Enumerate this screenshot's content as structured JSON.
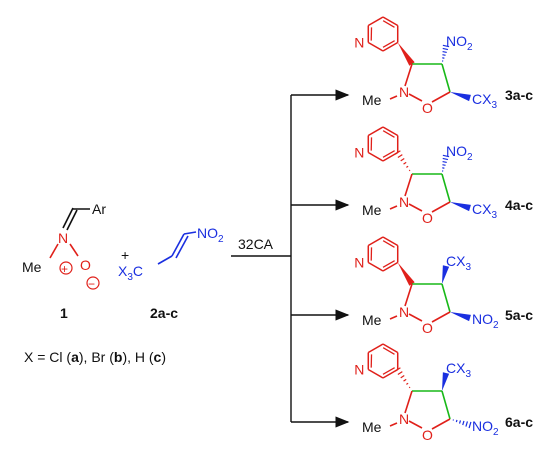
{
  "colors": {
    "ring": "#e0201a",
    "nitro": "#1a2fe0",
    "isoxazolidine_bond": "#18b818",
    "text": "#111111"
  },
  "reactants": {
    "nitrone": {
      "aryl": "Ar",
      "methyl": "Me",
      "nitrogen": "N",
      "oxygen": "O",
      "plus": "+",
      "minus": "−",
      "compound_number": "1"
    },
    "plus_sign": "+",
    "alkene": {
      "nitro": "NO",
      "nitro_sub": "2",
      "cx": "X",
      "cx_sub": "3",
      "cx_suffix": "C",
      "compound_number": "2a-c"
    },
    "substituents": {
      "prefix": "X = Cl (",
      "a": "a",
      "mid1": "), Br (",
      "b": "b",
      "mid2": "), H (",
      "c": "c",
      "suffix": ")"
    }
  },
  "reaction": {
    "condition": "32CA"
  },
  "products": [
    {
      "label": "3a-c",
      "top": "NO",
      "top_sub": "2",
      "bottom": "CX",
      "bottom_sub": "3"
    },
    {
      "label": "4a-c",
      "top": "NO",
      "top_sub": "2",
      "bottom": "CX",
      "bottom_sub": "3"
    },
    {
      "label": "5a-c",
      "top": "CX",
      "top_sub": "3",
      "bottom": "NO",
      "bottom_sub": "2"
    },
    {
      "label": "6a-c",
      "top": "CX",
      "top_sub": "3",
      "bottom": "NO",
      "bottom_sub": "2"
    }
  ],
  "product_atoms": {
    "pyridine_n": "N",
    "ring_n": "N",
    "ring_o": "O",
    "methyl": "Me"
  }
}
